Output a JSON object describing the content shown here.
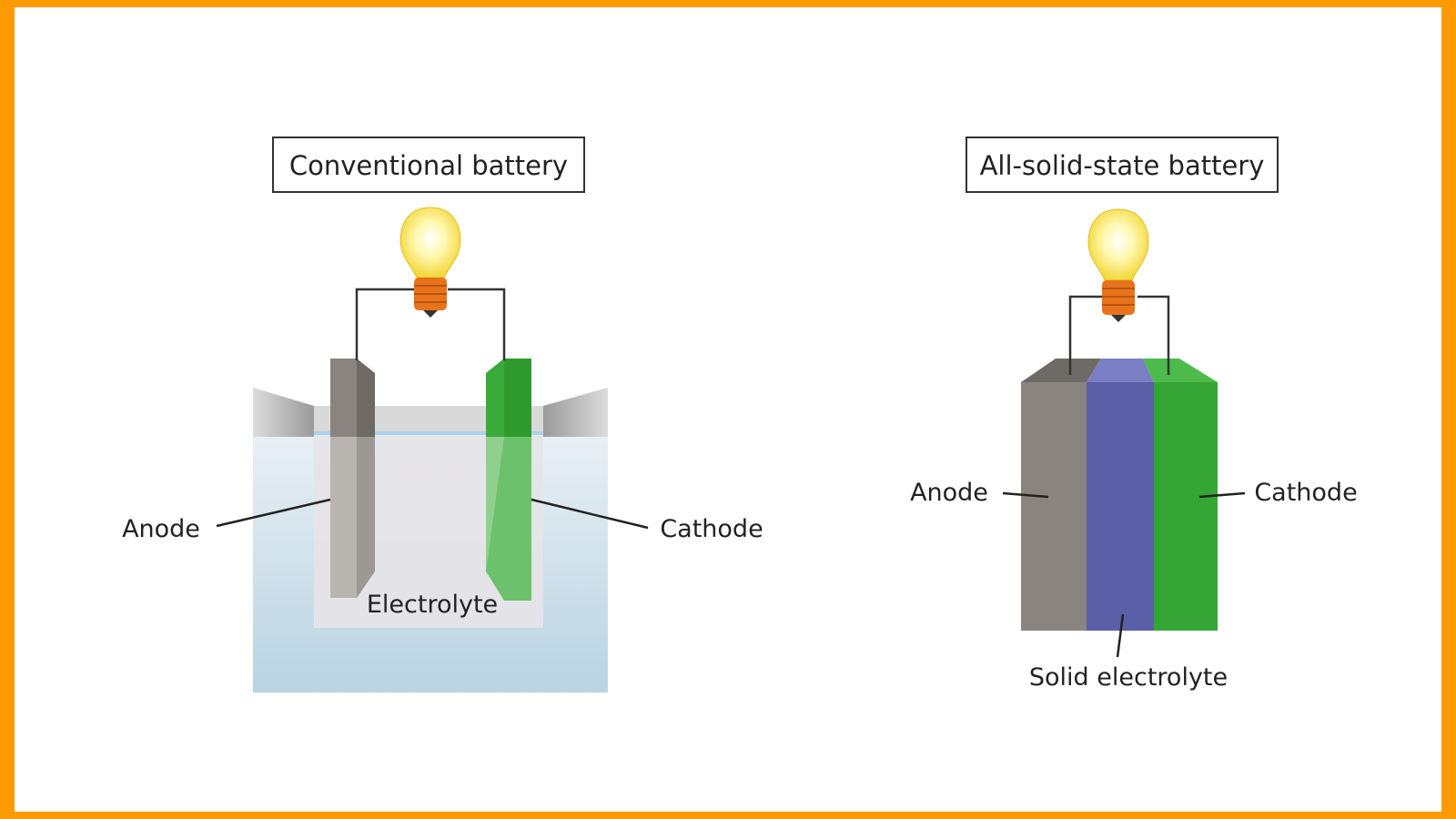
{
  "conventional": {
    "title": "Conventional battery",
    "anode_label": "Anode",
    "cathode_label": "Cathode",
    "electrolyte_label": "Electrolyte"
  },
  "solid_state": {
    "title": "All-solid-state battery",
    "anode_label": "Anode",
    "cathode_label": "Cathode",
    "electrolyte_label": "Solid electrolyte"
  },
  "colors": {
    "frame": "#ff9a00",
    "anode": "#8a8480",
    "cathode": "#3aaa3a",
    "solid_electrolyte": "#5a5fa8",
    "liquid": "#cfe0ea",
    "bulb": "#fff27a",
    "bulb_base": "#e8731a"
  }
}
